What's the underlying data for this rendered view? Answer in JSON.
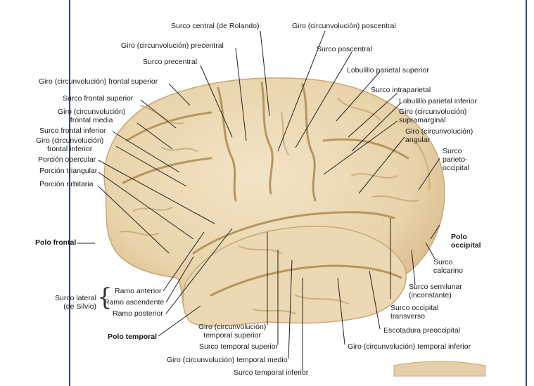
{
  "labels": {
    "surco_central": "Surco central (de Rolando)",
    "giro_poscentral": "Giro (circunvolución) poscentral",
    "giro_precentral": "Giro (circunvolución) precentral",
    "surco_poscentral": "Surco poscentral",
    "surco_precentral": "Surco precentral",
    "lobulillo_parietal_superior": "Lobulillo parietal superior",
    "giro_frontal_superior": "Giro (circunvolución) frontal superior",
    "surco_intraparietal": "Surco intraparietal",
    "surco_frontal_superior": "Surco frontal superior",
    "lobulillo_parietal_inferior": "Lobulillo parietal inferior",
    "giro_frontal_media": [
      "Giro (circunvolución)",
      "frontal media"
    ],
    "giro_supramarginal": [
      "Giro (circunvolución)",
      "supramarginal"
    ],
    "surco_frontal_inferior": "Surco frontal inferior",
    "giro_angular": [
      "Giro (circunvolución)",
      "angular"
    ],
    "giro_frontal_inferior": [
      "Giro (circunvolución)",
      "frontal inferior"
    ],
    "porcion_opercular": "Porción opercular",
    "surco_parieto_occipital": [
      "Surco",
      "parieto-",
      "occipital"
    ],
    "porcion_triangular": "Porción triangular",
    "porcion_orbitaria": "Porción orbitaria",
    "polo_frontal": "Polo frontal",
    "polo_occipital": [
      "Polo",
      "occipital"
    ],
    "surco_calcarino": [
      "Surco",
      "calcarino"
    ],
    "surco_semilunar": [
      "Surco semilunar",
      "(inconstante)"
    ],
    "ramo_anterior": "Ramo anterior",
    "surco_lateral": [
      "Surco lateral",
      "(de Silvio)"
    ],
    "ramo_ascendente": "Ramo ascendente",
    "ramo_posterior": "Ramo posterior",
    "surco_occipital_transverso": [
      "Surco occipital",
      "transverso"
    ],
    "escotadura_preoccipital": "Escotadura preoccipital",
    "polo_temporal": "Polo temporal",
    "giro_temporal_superior": [
      "Giro (circunvolución)",
      "temporal superior"
    ],
    "surco_temporal_superior": "Surco temporal superior",
    "giro_temporal_inferior": "Giro (circunvolución) temporal inferior",
    "giro_temporal_medio": "Giro (circunvolución) temporal medio",
    "surco_temporal_inferior": "Surco temporal inferior"
  },
  "colors": {
    "brain_fill": "#ecd8b2",
    "brain_shadow": "#d9bd8e",
    "sulcus": "#b8955f",
    "leader": "#222222",
    "frame": "#2a4a7a"
  }
}
